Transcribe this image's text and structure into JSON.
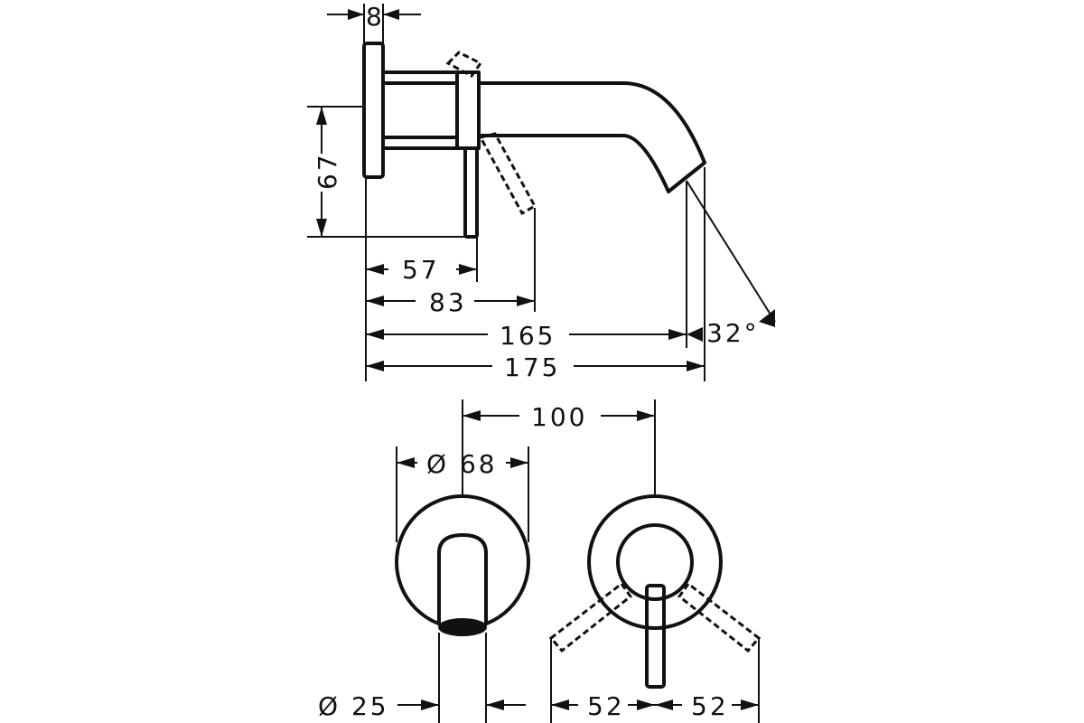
{
  "drawing": {
    "dimensions": {
      "flange_thickness": "8",
      "height": "67",
      "lever_offset": "57",
      "lever_reach": "83",
      "spout_length": "165",
      "overall_length": "175",
      "spout_angle": "32°",
      "center_distance": "100",
      "rosette_diameter": "Ø 68",
      "spout_diameter": "Ø 25",
      "lever_left": "52",
      "lever_right": "52"
    }
  }
}
